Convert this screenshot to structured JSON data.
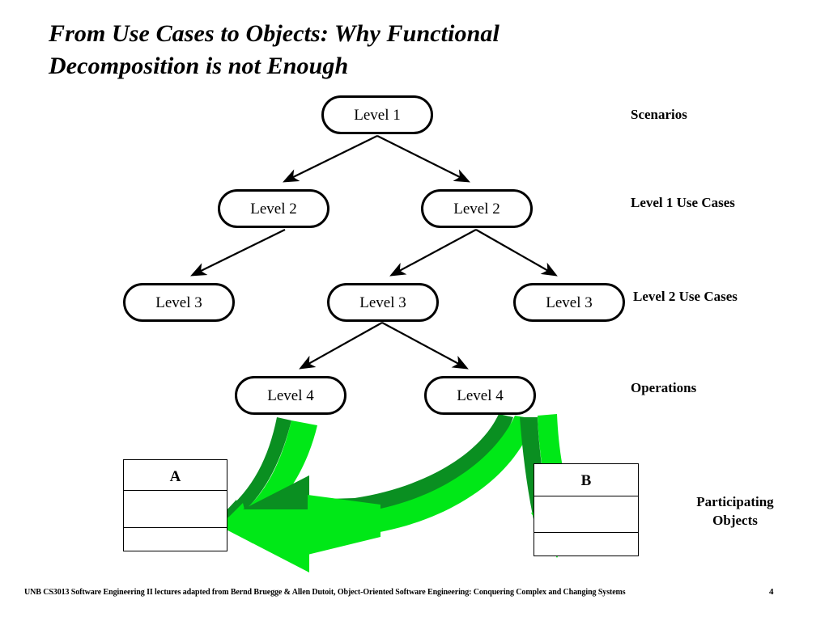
{
  "slide": {
    "title": "From Use Cases to Objects: Why Functional\nDecomposition is not Enough",
    "footer": "UNB CS3013 Software Engineering II lectures adapted from Bernd Bruegge & Allen Dutoit, Object-Oriented Software Engineering: Conquering Complex and Changing Systems",
    "page_number": "4",
    "background": "#ffffff"
  },
  "colors": {
    "outline": "#000000",
    "arrow_green_light": "#00e817",
    "arrow_green_dark": "#0a8f21",
    "text": "#000000"
  },
  "tree": {
    "nodes": [
      {
        "id": "n-level1",
        "label": "Level 1"
      },
      {
        "id": "n-level2-a",
        "label": "Level 2"
      },
      {
        "id": "n-level2-b",
        "label": "Level 2"
      },
      {
        "id": "n-level3-a",
        "label": "Level 3"
      },
      {
        "id": "n-level3-b",
        "label": "Level 3"
      },
      {
        "id": "n-level3-c",
        "label": "Level 3"
      },
      {
        "id": "n-level4-a",
        "label": "Level 4"
      },
      {
        "id": "n-level4-b",
        "label": "Level 4"
      }
    ]
  },
  "class_boxes": [
    {
      "id": "class-a",
      "name": "A",
      "compartments": 3
    },
    {
      "id": "class-b",
      "name": "B",
      "compartments": 3
    }
  ],
  "stage_labels": [
    {
      "id": "label-scenarios",
      "text": "Scenarios"
    },
    {
      "id": "label-level1-use-cases",
      "text": "Level 1 Use Cases"
    },
    {
      "id": "label-level2-use-cases",
      "text": "Level 2 Use Cases"
    },
    {
      "id": "label-operations",
      "text": "Operations"
    },
    {
      "id": "label-participating-objects",
      "text": "Participating\nObjects"
    }
  ]
}
